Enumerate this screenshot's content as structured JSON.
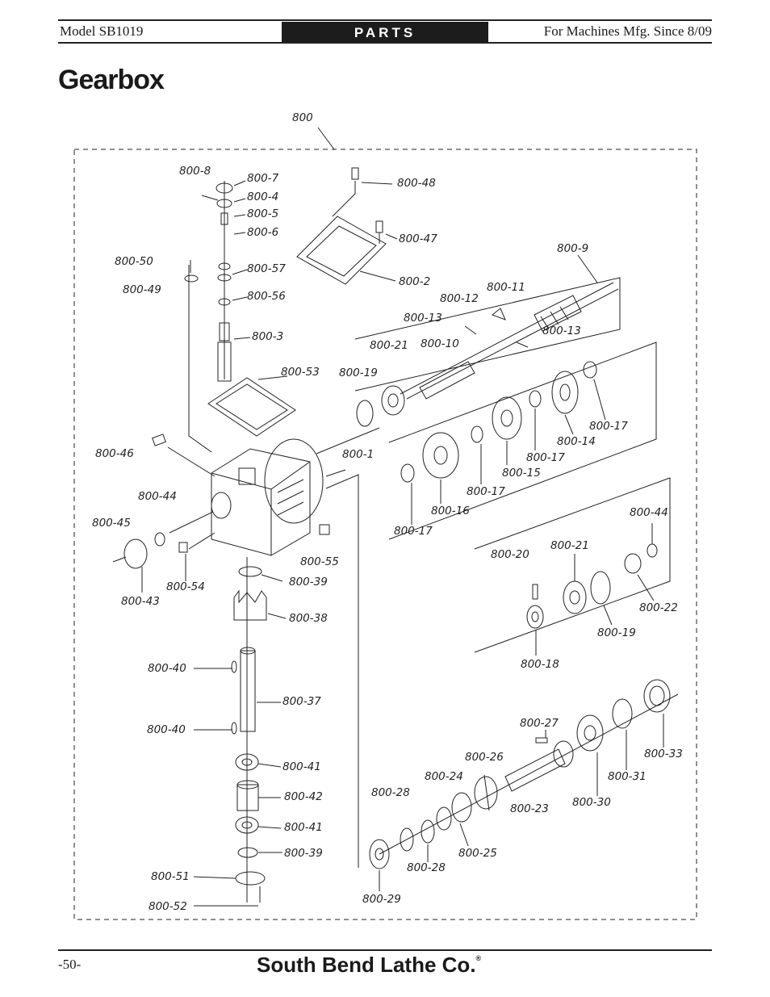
{
  "header": {
    "model": "Model SB1019",
    "section": "PARTS",
    "machines": "For Machines Mfg. Since 8/09"
  },
  "page_title": "Gearbox",
  "diagram": {
    "labels": {
      "l800": "800",
      "l800_8": "800-8",
      "l800_7": "800-7",
      "l800_4": "800-4",
      "l800_5": "800-5",
      "l800_6": "800-6",
      "l800_48": "800-48",
      "l800_47": "800-47",
      "l800_9": "800-9",
      "l800_2": "800-2",
      "l800_50": "800-50",
      "l800_57": "800-57",
      "l800_49": "800-49",
      "l800_56": "800-56",
      "l800_11": "800-11",
      "l800_12": "800-12",
      "l800_13a": "800-13",
      "l800_13b": "800-13",
      "l800_3": "800-3",
      "l800_21a": "800-21",
      "l800_10": "800-10",
      "l800_53": "800-53",
      "l800_19a": "800-19",
      "l800_17a": "800-17",
      "l800_14": "800-14",
      "l800_17b": "800-17",
      "l800_46": "800-46",
      "l800_1": "800-1",
      "l800_15": "800-15",
      "l800_17c": "800-17",
      "l800_44a": "800-44",
      "l800_16": "800-16",
      "l800_44b": "800-44",
      "l800_45": "800-45",
      "l800_17d": "800-17",
      "l800_20": "800-20",
      "l800_21b": "800-21",
      "l800_55": "800-55",
      "l800_39a": "800-39",
      "l800_54": "800-54",
      "l800_22": "800-22",
      "l800_43": "800-43",
      "l800_38": "800-38",
      "l800_19b": "800-19",
      "l800_18": "800-18",
      "l800_40a": "800-40",
      "l800_37": "800-37",
      "l800_27": "800-27",
      "l800_40b": "800-40",
      "l800_33": "800-33",
      "l800_26": "800-26",
      "l800_41a": "800-41",
      "l800_24": "800-24",
      "l800_31": "800-31",
      "l800_28a": "800-28",
      "l800_42": "800-42",
      "l800_30": "800-30",
      "l800_23": "800-23",
      "l800_41b": "800-41",
      "l800_39b": "800-39",
      "l800_25": "800-25",
      "l800_28b": "800-28",
      "l800_51": "800-51",
      "l800_29": "800-29",
      "l800_52": "800-52"
    }
  },
  "footer": {
    "page_number": "-50-",
    "brand": "South Bend Lathe Co.",
    "trademark": "®"
  }
}
